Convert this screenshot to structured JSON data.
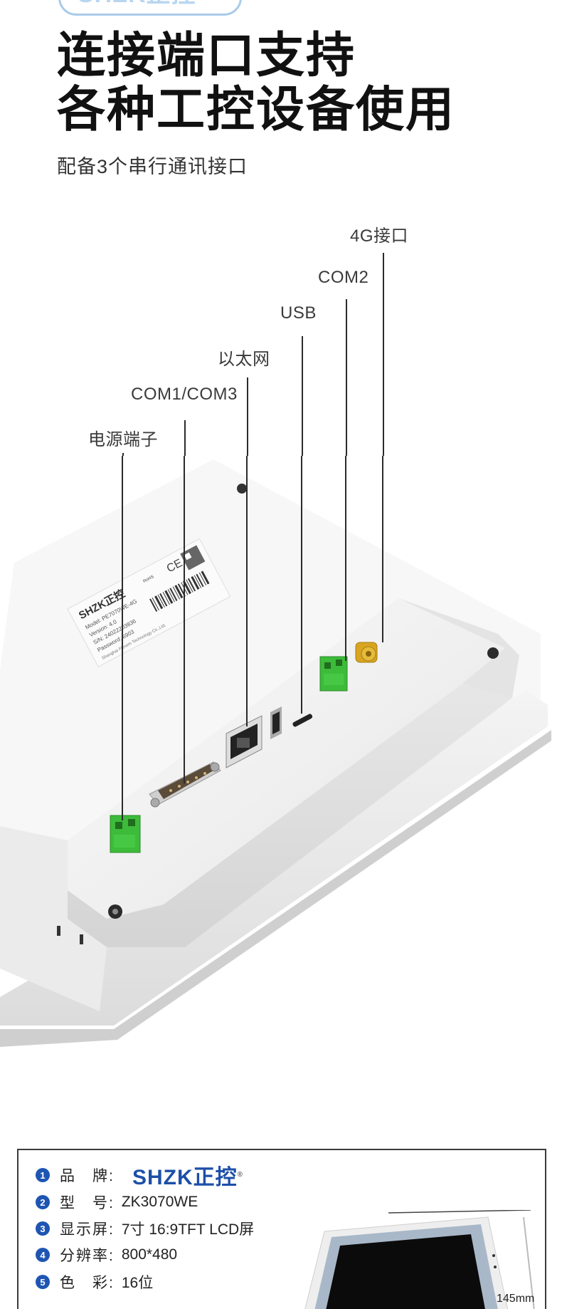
{
  "brand_pill": {
    "text": "SHZK正控"
  },
  "headline": {
    "line1": "连接端口支持",
    "line2": "各种工控设备使用"
  },
  "subhead": "配备3个串行通讯接口",
  "ports": {
    "power": "电源端子",
    "com13": "COM1/COM3",
    "ethernet": "以太网",
    "usb": "USB",
    "com2": "COM2",
    "g4": "4G接口"
  },
  "device_label": {
    "brand": "SHZK正控",
    "model": "Model: PE7070WE-4G",
    "version": "Version: 4.0",
    "sn": "S/N: 24022203836",
    "password": "Password: 6903",
    "company": "Shanghai Flexem Technology Co.,Ltd.",
    "ce": "CE",
    "rohs": "RoHS"
  },
  "spec_card": {
    "logo": "SHZK正控",
    "logo_mark": "®",
    "rows": [
      {
        "num": "1",
        "key": "品　牌:",
        "value": ""
      },
      {
        "num": "2",
        "key": "型　号:",
        "value": "ZK3070WE"
      },
      {
        "num": "3",
        "key": "显示屏:",
        "value": "7寸  16:9TFT  LCD屏"
      },
      {
        "num": "4",
        "key": "分辨率:",
        "value": "800*480"
      },
      {
        "num": "5",
        "key": "色　彩:",
        "value": "16位"
      }
    ],
    "dimension": "145mm"
  },
  "colors": {
    "accent": "#1e55b3",
    "terminal_green": "#3dbb3a",
    "brass": "#d8a520"
  }
}
